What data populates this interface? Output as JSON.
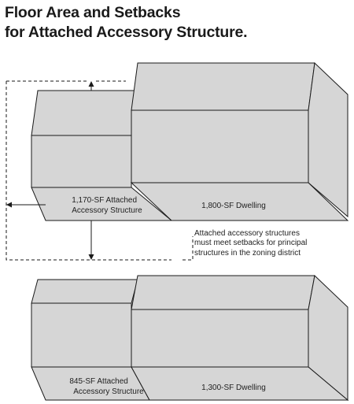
{
  "title": {
    "line1": "Floor Area and Setbacks",
    "line2": "for Attached Accessory Structure."
  },
  "colors": {
    "box_face": "#d9d9d9",
    "box_outline": "#1a1a1a",
    "setback_line": "#1a1a1a"
  },
  "upper_example": {
    "accessory_label": [
      "1,170-SF Attached",
      "Accessory Structure"
    ],
    "dwelling_label": "1,800-SF Dwelling",
    "note": [
      "Attached accessory structures",
      "must meet setbacks for principal",
      "structures in the zoning district"
    ]
  },
  "lower_example": {
    "accessory_label": [
      "845-SF Attached",
      "Accessory Structure"
    ],
    "dwelling_label": "1,300-SF Dwelling"
  }
}
